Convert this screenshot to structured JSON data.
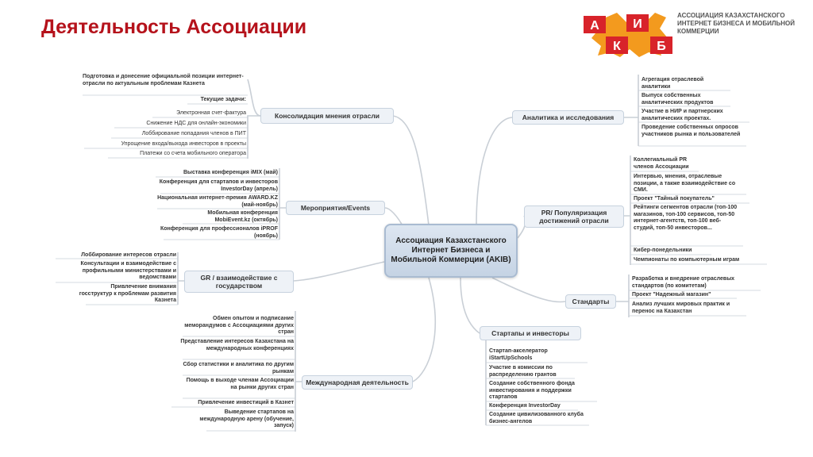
{
  "title": "Деятельность Ассоциации",
  "logo": {
    "letters": [
      "А",
      "И",
      "К",
      "Б"
    ],
    "text": "АССОЦИАЦИЯ КАЗАХСТАНСКОГО ИНТЕРНЕТ БИЗНЕСА И МОБИЛЬНОЙ КОММЕРЦИИ",
    "colors": {
      "red": "#d8232a",
      "orange": "#f39a1e"
    }
  },
  "center": "Ассоциация Казахстанского Интернет Бизнеса и Мобильной Коммерции (AKIB)",
  "branches": {
    "consolidation": {
      "label": "Консолидация мнения отрасли",
      "items": [
        "Подготовка и донесение официальной позиции интернет-отрасли по актуальным проблемам Казнета",
        "Текущие задачи:",
        "Электронная счет-фактура",
        "Снижение НДС для онлайн-экономики",
        "Лоббирование попадания членов в ПИТ",
        "Упрощение входа/выхода инвесторов в проекты",
        "Платежи со счета мобильного оператора"
      ]
    },
    "events": {
      "label": "Мероприятия/Events",
      "items": [
        "Выставка конференция iMIX (май)",
        "Конференция для стартапов и инвесторов InvestorDay (апрель)",
        "Национальная интернет-премия AWARD.KZ (май-ноябрь)",
        "Мобильная конференция MobiEvent.kz (октябрь)",
        "Конференция для профессионалов iPROF (ноябрь)"
      ]
    },
    "gr": {
      "label": "GR / взаимодействие с государством",
      "items": [
        "Лоббирование интересов отрасли",
        "Консультации и взаимодействие с профильными министерствами и ведомствами",
        "Привлечение внимания госструктур к проблемам развития Казнета"
      ]
    },
    "international": {
      "label": "Международная деятельность",
      "items": [
        "Обмен опытом и подписание меморандумов с Ассоциациями других стран",
        "Представление интересов Казахстана на международных конференциях",
        "Сбор статистики и аналитика по другим рынкам",
        "Помощь в выходе членам Ассоциации на рынки других стран",
        "Привлечение инвестиций в Казнет",
        "Выведение стартапов на международную арену (обучение, запуск)"
      ]
    },
    "analytics": {
      "label": "Аналитика и исследования",
      "items": [
        "Агрегация отраслевой аналитики",
        "Выпуск собственных аналитических продуктов",
        "Участие в НИР и партнерских аналитических проектах.",
        "Проведение собственных опросов участников рынка и пользователей"
      ]
    },
    "pr": {
      "label": "PR/ Популяризация достижений отрасли",
      "items": [
        "Коллегиальный PR членов Ассоциации",
        "Интервью, мнения, отраслевые позиции, а также взаимодействие со СМИ.",
        "Проект \"Тайный покупатель\"",
        "Рейтинги сегментов отрасли (топ-100 магазинов, топ-100 сервисов, топ-50 интернет-агентств, топ-100 веб-студий, топ-50 инвесторов...",
        "Кибер-понедельники",
        "Чемпионаты по компьютерным играм"
      ]
    },
    "standards": {
      "label": "Стандарты",
      "items": [
        "Разработка и внедрение отраслевых стандартов (по комитетам)",
        "Проект \"Надежный магазин\"",
        "Анализ лучших мировых практик и перенос на Казахстан"
      ]
    },
    "startups": {
      "label": "Стартапы и инвесторы",
      "items": [
        "Стартап-акселератор iStartUpSchools",
        "Участие в комиссии по распределению грантов",
        "Создание собственного фонда инвестирования и поддержки стартапов",
        "Конференция InvestorDay",
        "Создание цивилизованного клуба бизнес-ангелов"
      ]
    }
  }
}
